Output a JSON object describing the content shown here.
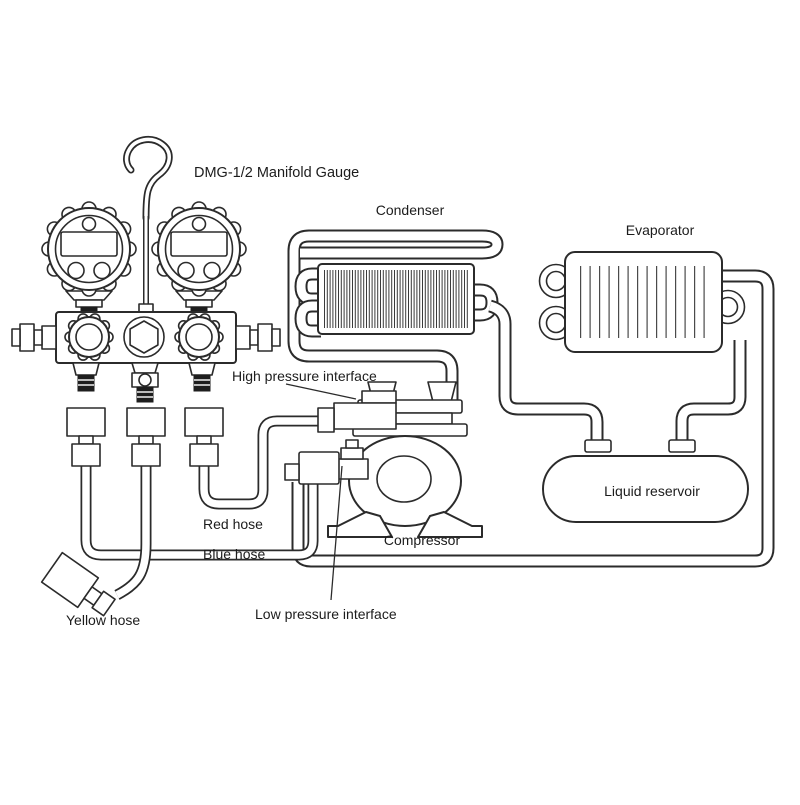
{
  "diagram": {
    "title": "DMG-1/2 Manifold Gauge",
    "labels": {
      "condenser": "Condenser",
      "evaporator": "Evaporator",
      "high_pressure": "High pressure interface",
      "low_pressure": "Low pressure interface",
      "red_hose": "Red hose",
      "blue_hose": "Blue hose",
      "yellow_hose": "Yellow hose",
      "compressor": "Compressor",
      "liquid_reservoir": "Liquid reservoir"
    },
    "colors": {
      "line": "#2b2b2b",
      "background": "#ffffff"
    }
  }
}
